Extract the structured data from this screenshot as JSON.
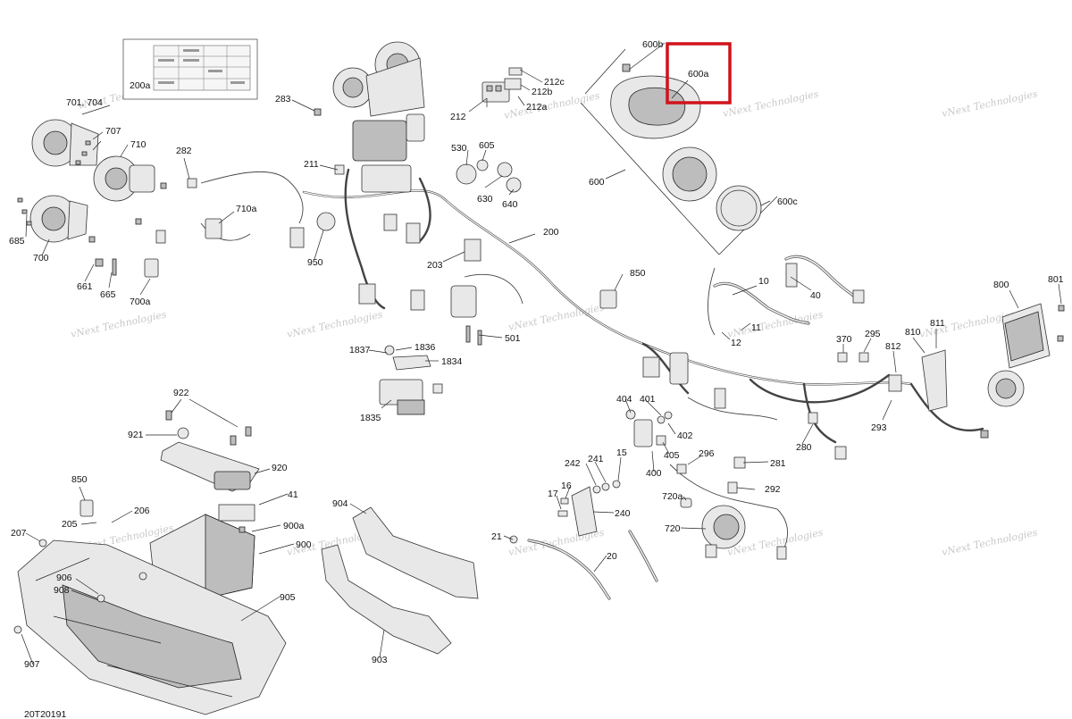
{
  "diagram": {
    "figure_id": "20T20191",
    "highlight_color": "#d0121b",
    "watermark_text": "vNext Technologies",
    "labels": [
      "200a",
      "701, 704",
      "707",
      "710",
      "685",
      "700",
      "661",
      "665",
      "700a",
      "282",
      "710a",
      "283",
      "211",
      "950",
      "212",
      "212c",
      "212b",
      "212a",
      "530",
      "605",
      "630",
      "640",
      "600b",
      "600a",
      "600",
      "600c",
      "200",
      "203",
      "850",
      "501",
      "1837",
      "1836",
      "1834",
      "1835",
      "10",
      "40",
      "12",
      "11",
      "800",
      "801",
      "370",
      "295",
      "812",
      "810",
      "811",
      "293",
      "922",
      "921",
      "920",
      "850",
      "41",
      "205",
      "206",
      "207",
      "900a",
      "900",
      "906",
      "908",
      "905",
      "907",
      "904",
      "903",
      "404",
      "401",
      "402",
      "405",
      "400",
      "296",
      "280",
      "281",
      "292",
      "242",
      "241",
      "15",
      "16",
      "17",
      "240",
      "720a",
      "720",
      "21",
      "20"
    ]
  }
}
